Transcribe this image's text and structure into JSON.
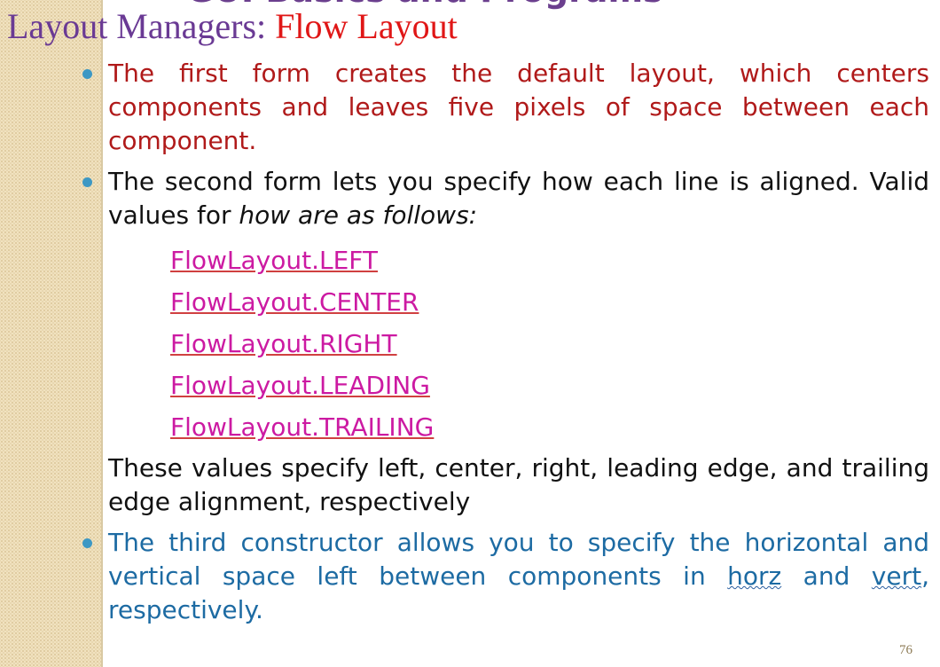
{
  "heading_partial": "GUI Basics and Programs",
  "title": {
    "prefix": "Layout Managers: ",
    "topic": "Flow Layout"
  },
  "bullets": {
    "first": "The first form creates the default layout, which centers components and leaves five pixels of space between each component.",
    "second_main": "The second form lets you specify how each line is aligned. Valid values for ",
    "second_italic": "how are as follows:",
    "alignments": [
      "FlowLayout.LEFT",
      "FlowLayout.CENTER",
      "FlowLayout.RIGHT",
      "FlowLayout.LEADING",
      "FlowLayout.TRAILING"
    ],
    "values_note": "These values specify left, center, right, leading edge, and trailing edge alignment, respectively",
    "third_part1": "The third constructor allows you to specify the horizontal and vertical space left between components in ",
    "third_horz": "horz",
    "third_and": " and ",
    "third_vert": "vert",
    "third_end": ", respectively."
  },
  "page_number": "76",
  "colors": {
    "title_prefix": "#6a3a94",
    "title_topic": "#e01616",
    "bullet1_text": "#b01a1a",
    "body_text": "#111111",
    "code_text": "#cc1aa2",
    "bullet3_text": "#1d6ba3",
    "bullet_dot": "#3d98c4",
    "side_strip": "#f1e2bf"
  }
}
